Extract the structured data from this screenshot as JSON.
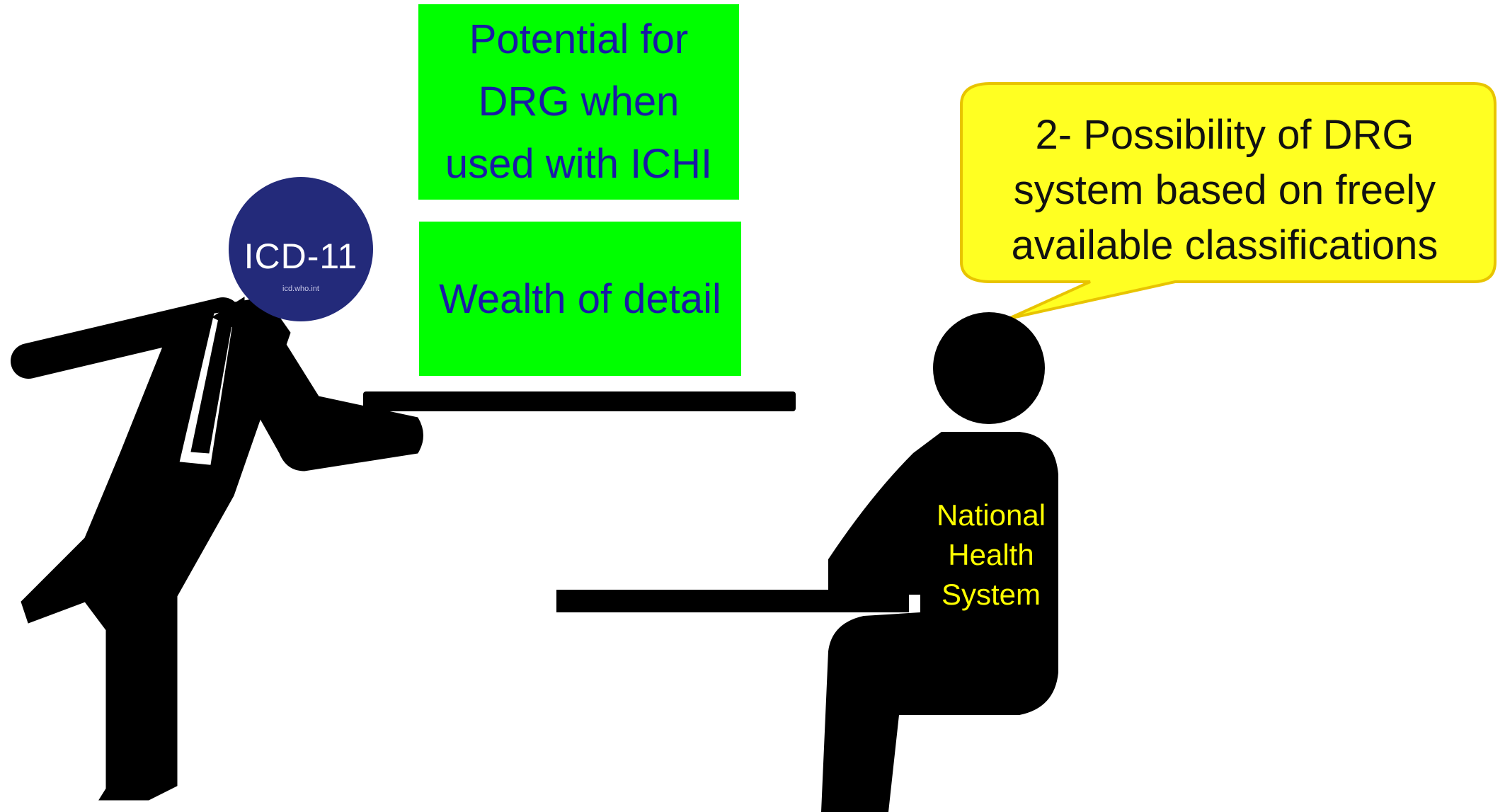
{
  "diagram": {
    "left_figure": {
      "logo_main": "ICD-11",
      "logo_sub": "icd.who.int",
      "logo_color": "#232a7a"
    },
    "tray_items": [
      {
        "text": "Potential for\nDRG when\nused with ICHI"
      },
      {
        "text": "Wealth of detail"
      }
    ],
    "callout": {
      "text": "2- Possibility of DRG\nsystem based on freely\navailable classifications",
      "color": "#ffff22"
    },
    "right_figure": {
      "label": "National\nHealth\nSystem"
    },
    "colors": {
      "box_fill": "#00ff00",
      "box_text": "#1a1aa6",
      "figure": "#000000",
      "label_text": "#ffff00"
    }
  }
}
